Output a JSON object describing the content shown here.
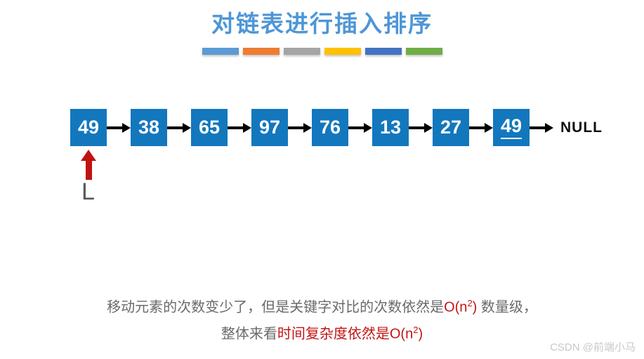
{
  "title": "对链表进行插入排序",
  "title_color": "#4D96D6",
  "accent_bars": {
    "colors": [
      "#5B9BD5",
      "#ED7D31",
      "#A5A5A5",
      "#FFC000",
      "#4472C4",
      "#70AD47"
    ]
  },
  "linked_list": {
    "nodes": [
      {
        "value": "49",
        "underline": false
      },
      {
        "value": "38",
        "underline": false
      },
      {
        "value": "65",
        "underline": false
      },
      {
        "value": "97",
        "underline": false
      },
      {
        "value": "76",
        "underline": false
      },
      {
        "value": "13",
        "underline": false
      },
      {
        "value": "27",
        "underline": false
      },
      {
        "value": "49",
        "underline": true
      }
    ],
    "terminator": "NULL",
    "head_pointer_label": "L",
    "node_color": "#1377BD",
    "node_text_color": "#FFFFFF",
    "link_arrow_color": "#000000",
    "head_pointer_color": "#C11212"
  },
  "caption": {
    "text_color": "#6A6A6A",
    "highlight_color": "#C41414",
    "line1": [
      {
        "text": "移动元素的次数变少了，但是关键字对比的次数依然是",
        "color": "gray",
        "sup": false
      },
      {
        "text": "O(n",
        "color": "red",
        "sup": false
      },
      {
        "text": "2",
        "color": "red",
        "sup": true
      },
      {
        "text": ")",
        "color": "red",
        "sup": false
      },
      {
        "text": " 数量级，",
        "color": "gray",
        "sup": false
      }
    ],
    "line2": [
      {
        "text": "整体来看",
        "color": "gray",
        "sup": false
      },
      {
        "text": "时间复杂度依然是O(n",
        "color": "red",
        "sup": false
      },
      {
        "text": "2",
        "color": "red",
        "sup": true
      },
      {
        "text": ")",
        "color": "red",
        "sup": false
      }
    ]
  },
  "watermark": "CSDN @前端小马"
}
